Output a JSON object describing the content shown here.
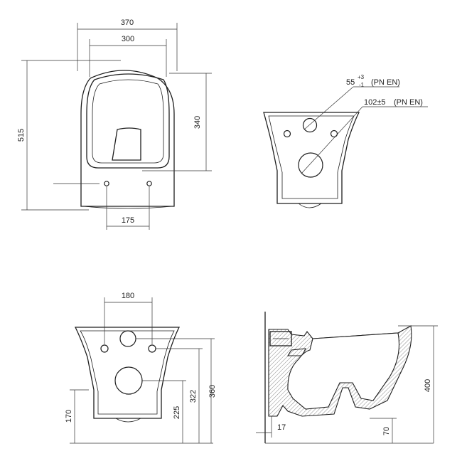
{
  "top_view": {
    "dim_overall_width": "370",
    "dim_inner_width": "300",
    "dim_overall_length": "515",
    "dim_seat_length": "340",
    "dim_bolt_spacing": "175"
  },
  "rear_view_top": {
    "outlet_diameter_main": "55",
    "outlet_tol_plus": "+3",
    "outlet_tol_minus": "-1",
    "outlet_standard": "(PN EN)",
    "outlet_diameter_drain": "102±5",
    "drain_standard": "(PN EN)"
  },
  "rear_view_bottom": {
    "dim_fixing_spacing": "180",
    "dim_height_170": "170",
    "dim_height_225": "225",
    "dim_height_322": "322",
    "dim_height_360": "360"
  },
  "side_section": {
    "dim_height_400": "400",
    "dim_offset_17": "17",
    "dim_height_70": "70"
  }
}
